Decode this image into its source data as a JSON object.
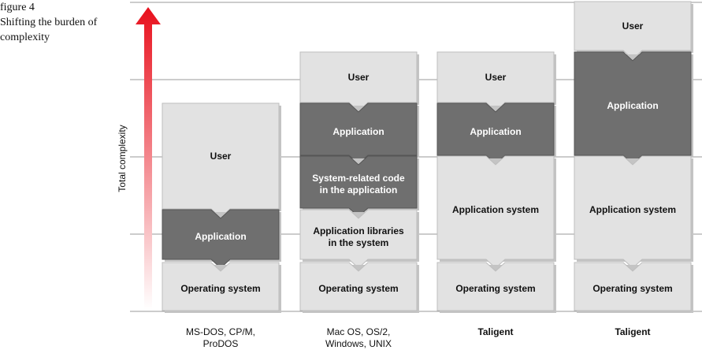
{
  "caption": {
    "line1": "figure 4",
    "line2": "Shifting the burden of",
    "line3": "complexity"
  },
  "axis": {
    "label": "Total complexity"
  },
  "colors": {
    "light_block": "#e2e2e2",
    "dark_block": "#6f6f6f",
    "arrow_top": "#e8101c",
    "arrow_bottom": "#ffffff",
    "gridline": "#9a9a9a"
  },
  "columns": [
    {
      "label": "MS-DOS, CP/M,\nProDOS",
      "label_bold": false,
      "blocks": [
        {
          "label": "User",
          "shade": "light"
        },
        {
          "label": "Application",
          "shade": "dark"
        },
        {
          "label": "Operating system",
          "shade": "light"
        }
      ]
    },
    {
      "label": "Mac OS, OS/2,\nWindows, UNIX",
      "label_bold": false,
      "blocks": [
        {
          "label": "User",
          "shade": "light"
        },
        {
          "label": "Application",
          "shade": "dark"
        },
        {
          "label": "System-related code\nin the application",
          "shade": "dark"
        },
        {
          "label": "Application libraries\nin the system",
          "shade": "light"
        },
        {
          "label": "Operating system",
          "shade": "light"
        }
      ]
    },
    {
      "label": "Taligent",
      "label_bold": true,
      "blocks": [
        {
          "label": "User",
          "shade": "light"
        },
        {
          "label": "Application",
          "shade": "dark"
        },
        {
          "label": "Application system",
          "shade": "light"
        },
        {
          "label": "Operating system",
          "shade": "light"
        }
      ]
    },
    {
      "label": "Taligent",
      "label_bold": true,
      "blocks": [
        {
          "label": "User",
          "shade": "light"
        },
        {
          "label": "Application",
          "shade": "dark"
        },
        {
          "label": "Application system",
          "shade": "light"
        },
        {
          "label": "Operating system",
          "shade": "light"
        }
      ]
    }
  ]
}
